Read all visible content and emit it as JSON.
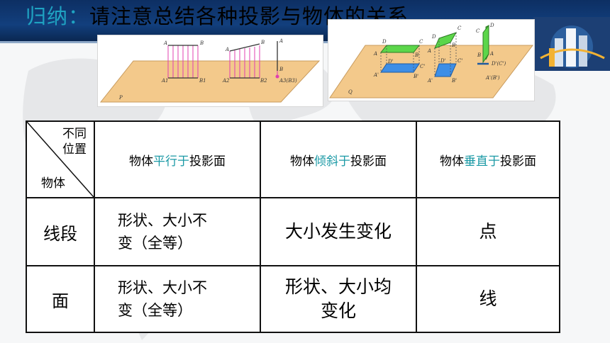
{
  "header": {
    "title_prefix": "归纳：",
    "title_main": "请注意总结各种投影与物体的关系"
  },
  "figure_left": {
    "labels": [
      "A",
      "B",
      "A1",
      "B1",
      "A",
      "B",
      "A2",
      "B2",
      "A",
      "B",
      "A3(B3)",
      "P"
    ]
  },
  "figure_right": {
    "labels": [
      "D",
      "C",
      "A",
      "B",
      "D'",
      "C'",
      "A'",
      "B'",
      "D",
      "C",
      "A",
      "B",
      "D'",
      "C'",
      "A'",
      "B'",
      "D",
      "C",
      "A",
      "B",
      "D'(C')",
      "A'(B')",
      "Q"
    ]
  },
  "table": {
    "corner_top": [
      "不同",
      "位置"
    ],
    "corner_bottom": "物体",
    "columns": [
      {
        "pre": "物体",
        "hl": "平行于",
        "post": "投影面"
      },
      {
        "pre": "物体",
        "hl": "倾斜于",
        "post": "投影面"
      },
      {
        "pre": "物体",
        "hl": "垂直于",
        "post": "投影面"
      }
    ],
    "rows": [
      {
        "label": "线段",
        "cells": [
          "形状、大小不",
          "变（全等）",
          "大小发生变化",
          "点"
        ]
      },
      {
        "label": "面",
        "cells": [
          "形状、大小不",
          "变（全等）",
          "形状、大小均",
          "变化",
          "线"
        ]
      }
    ]
  },
  "colors": {
    "header_bg": "#123f7d",
    "accent": "#1fa3c2",
    "plane": "#f3c98b",
    "top_face": "#5cd64a",
    "shadow_face": "#3d8ee6",
    "projection_line": "#e040b0"
  }
}
